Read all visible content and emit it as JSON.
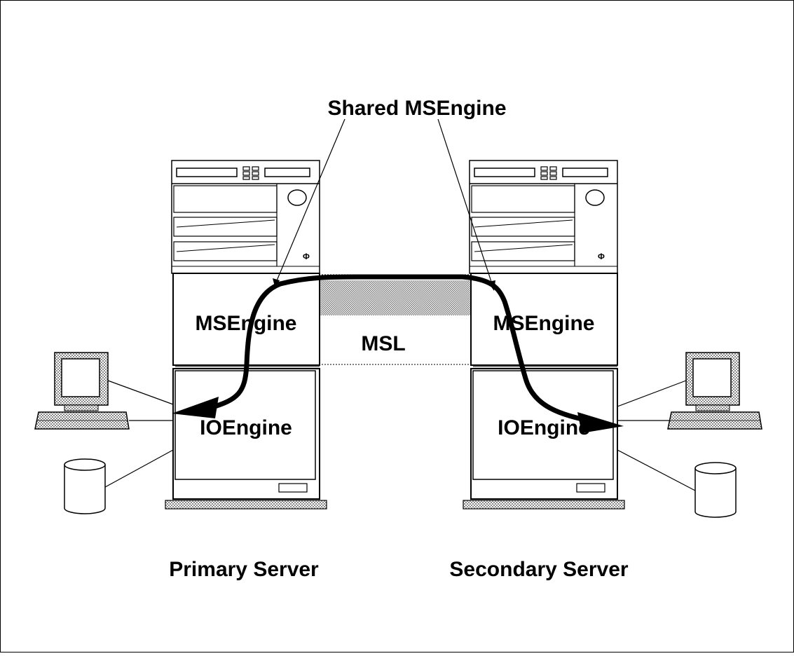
{
  "diagram": {
    "title": "Shared MSEngine",
    "link_label": "MSL",
    "servers": [
      {
        "caption": "Primary Server",
        "upper_label": "MSEngine",
        "lower_label": "IOEngine"
      },
      {
        "caption": "Secondary Server",
        "upper_label": "MSEngine",
        "lower_label": "IOEngine"
      }
    ]
  },
  "colors": {
    "line": "#000000",
    "background": "#ffffff",
    "shade": "#cfcfcf"
  }
}
